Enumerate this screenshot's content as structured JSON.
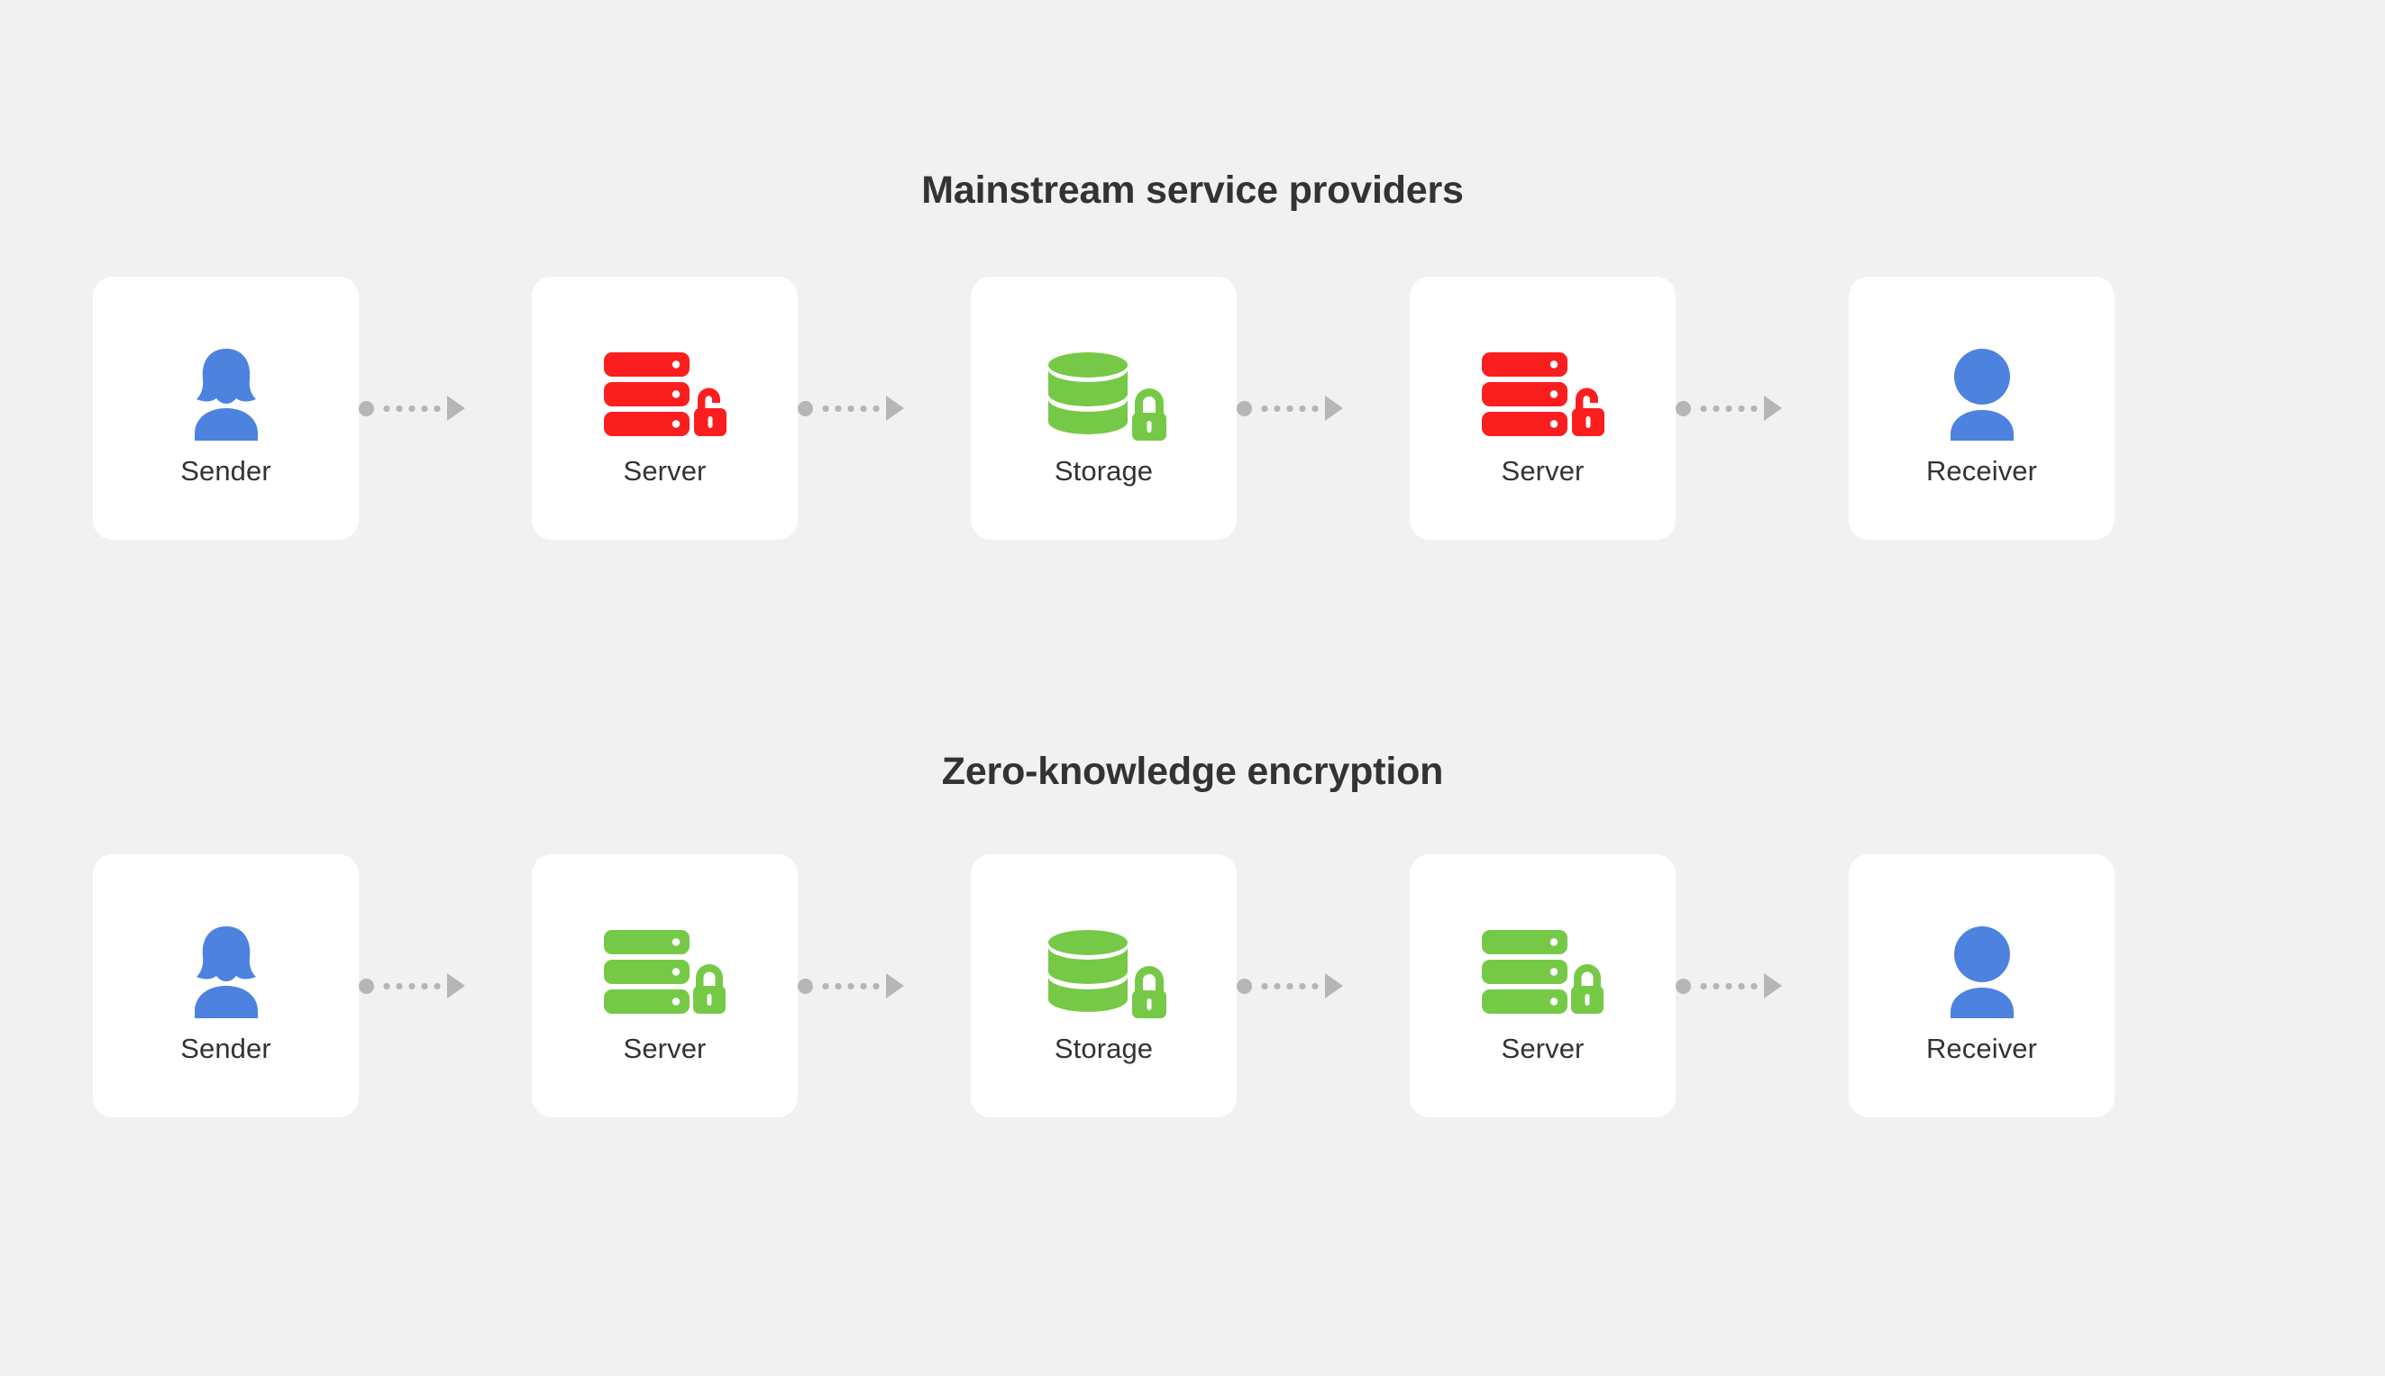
{
  "background_color": "#f1f1f1",
  "card_color": "#ffffff",
  "colors": {
    "red": "#fa1e1e",
    "green": "#76c947",
    "blue": "#4d82df",
    "gray_connector": "#b6b6b6",
    "text": "#333333"
  },
  "sections": [
    {
      "id": "mainstream",
      "title": "Mainstream service providers",
      "nodes": [
        {
          "label": "Sender",
          "icon": "person-female-icon",
          "icon_color": "#4d82df",
          "lock": "none"
        },
        {
          "label": "Server",
          "icon": "server-icon",
          "icon_color": "#fa1e1e",
          "lock": "unlocked-padlock-icon",
          "lock_color": "#fa1e1e"
        },
        {
          "label": "Storage",
          "icon": "database-icon",
          "icon_color": "#76c947",
          "lock": "locked-padlock-icon",
          "lock_color": "#76c947"
        },
        {
          "label": "Server",
          "icon": "server-icon",
          "icon_color": "#fa1e1e",
          "lock": "unlocked-padlock-icon",
          "lock_color": "#fa1e1e"
        },
        {
          "label": "Receiver",
          "icon": "person-male-icon",
          "icon_color": "#4d82df",
          "lock": "none"
        }
      ],
      "connectors": [
        "arrow-right",
        "arrow-right",
        "arrow-right",
        "arrow-right"
      ]
    },
    {
      "id": "zero-knowledge",
      "title": "Zero-knowledge encryption",
      "nodes": [
        {
          "label": "Sender",
          "icon": "person-female-icon",
          "icon_color": "#4d82df",
          "lock": "none"
        },
        {
          "label": "Server",
          "icon": "server-icon",
          "icon_color": "#76c947",
          "lock": "locked-padlock-icon",
          "lock_color": "#76c947"
        },
        {
          "label": "Storage",
          "icon": "database-icon",
          "icon_color": "#76c947",
          "lock": "locked-padlock-icon",
          "lock_color": "#76c947"
        },
        {
          "label": "Server",
          "icon": "server-icon",
          "icon_color": "#76c947",
          "lock": "locked-padlock-icon",
          "lock_color": "#76c947"
        },
        {
          "label": "Receiver",
          "icon": "person-male-icon",
          "icon_color": "#4d82df",
          "lock": "none"
        }
      ],
      "connectors": [
        "arrow-right",
        "arrow-right",
        "arrow-right",
        "arrow-right"
      ]
    }
  ]
}
